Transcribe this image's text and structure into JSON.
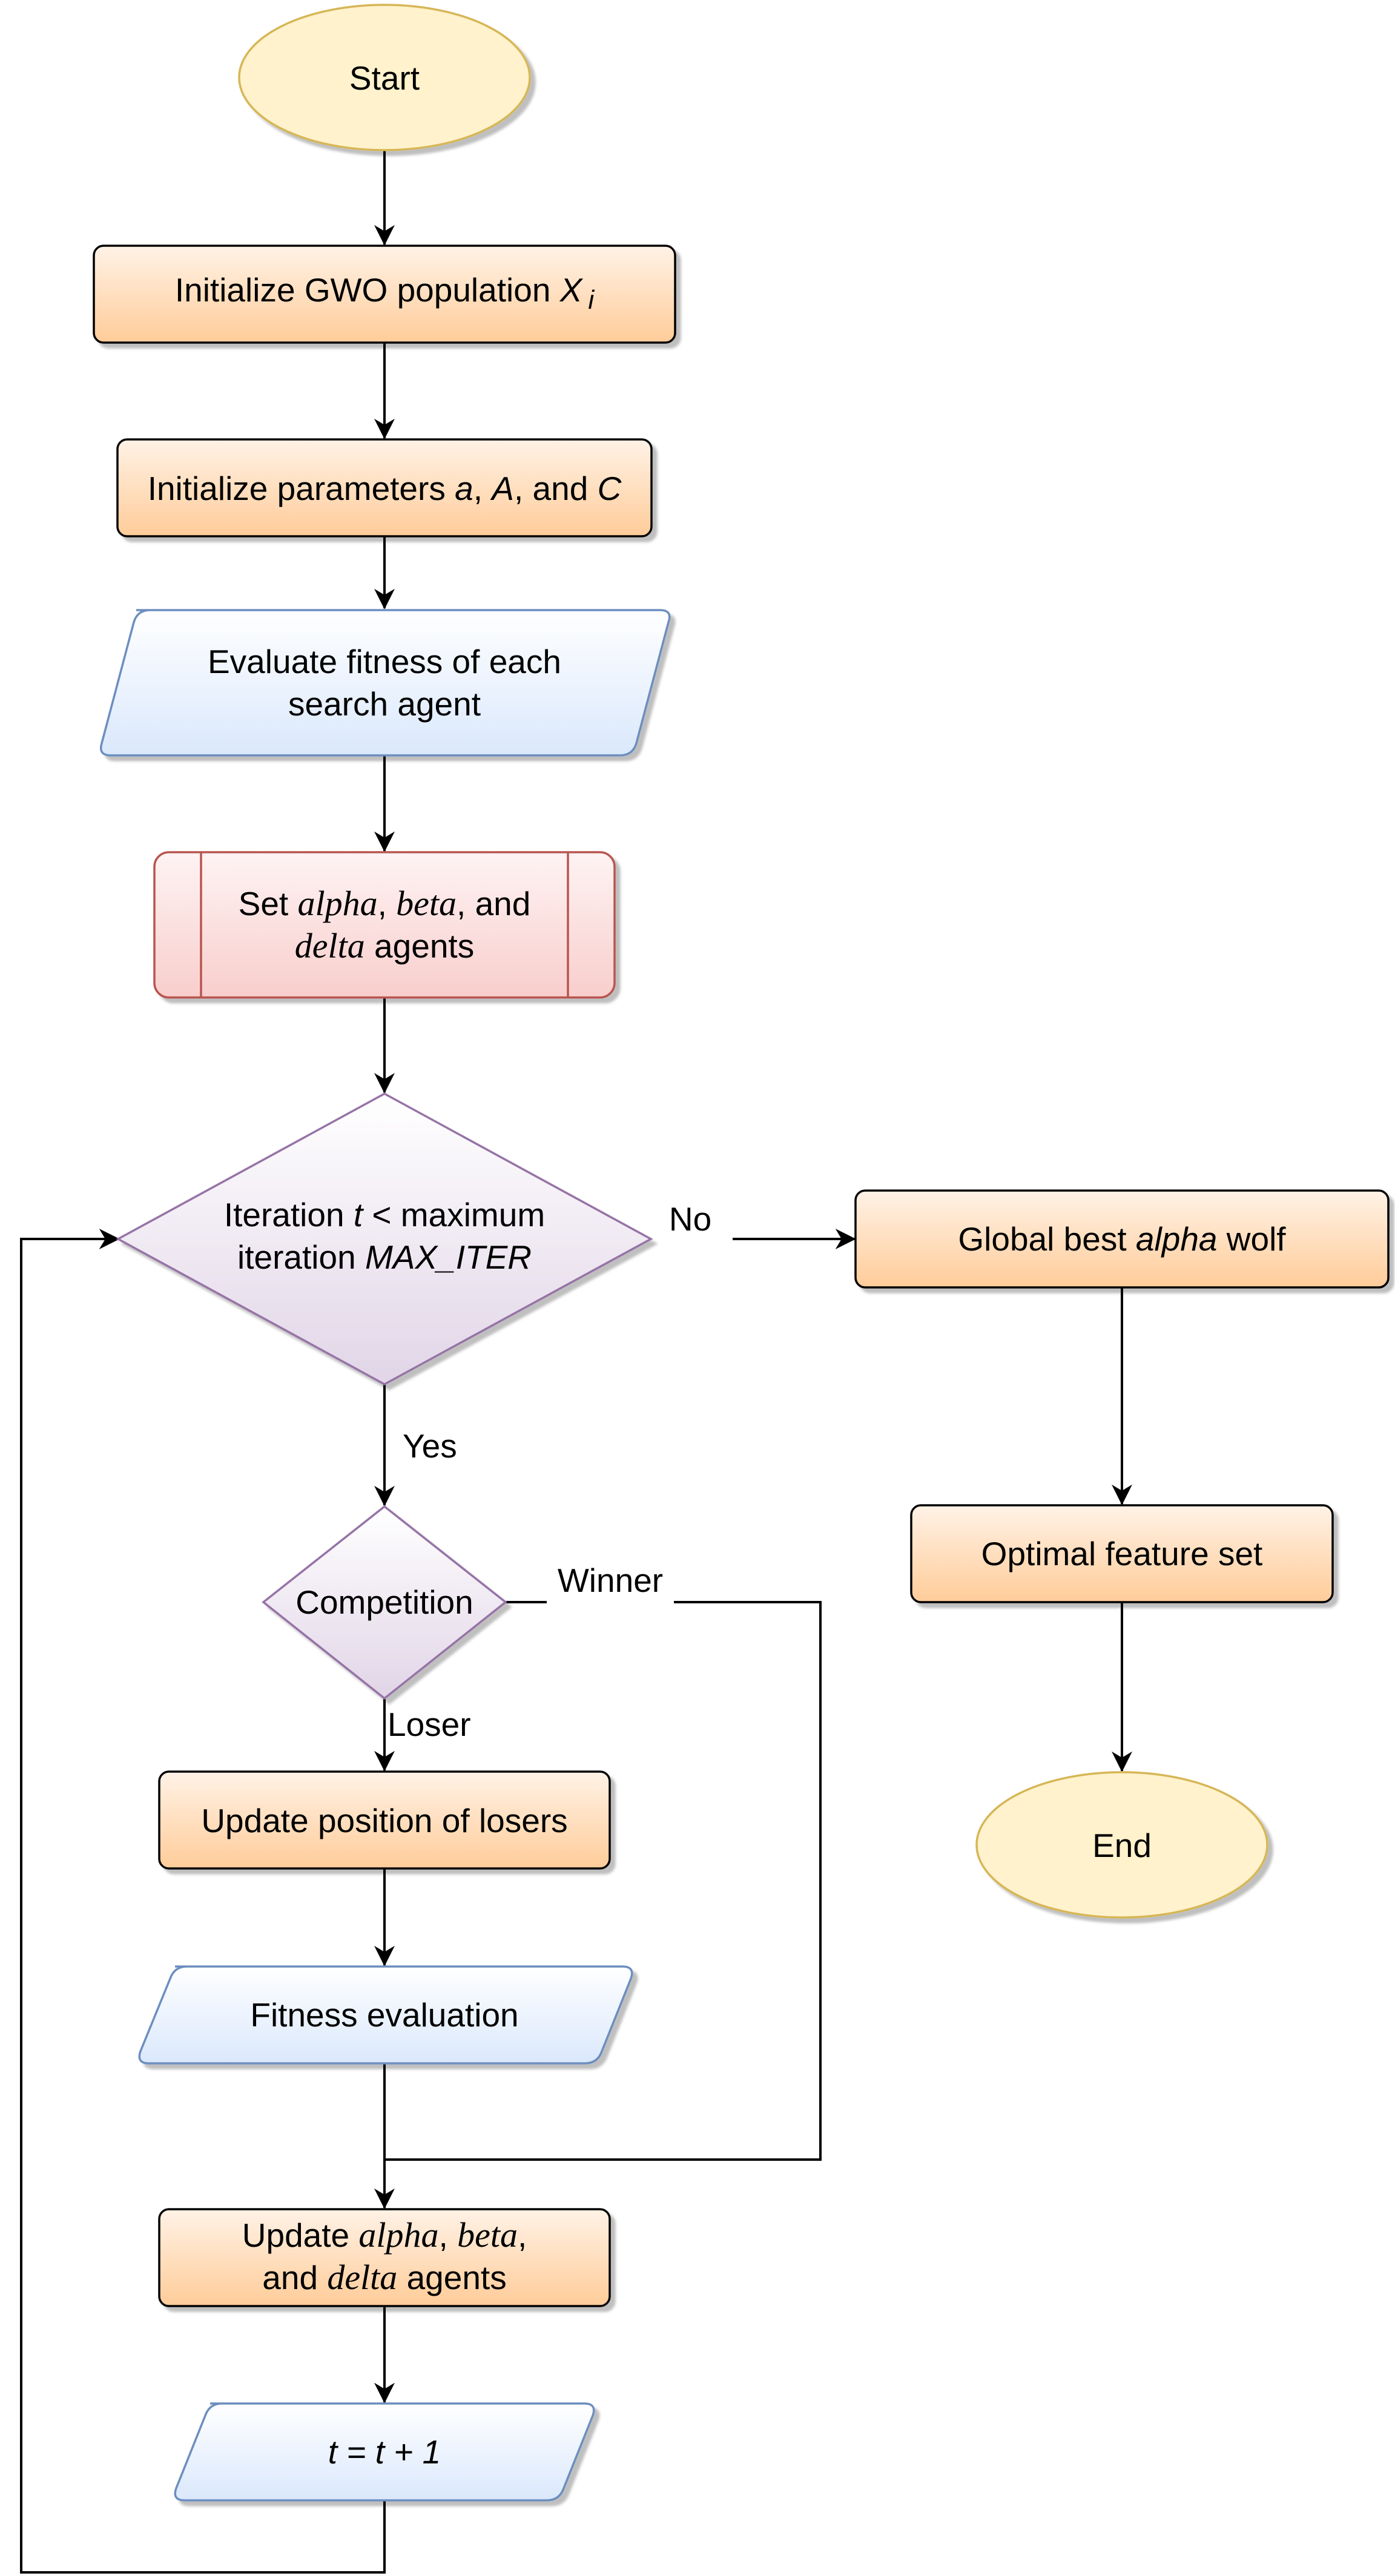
{
  "nodes": {
    "start": "Start",
    "init_population": {
      "prefix": "Initialize GWO population ",
      "var": "X",
      "sub": "i"
    },
    "init_params": {
      "prefix": "Initialize parameters ",
      "a": "a",
      "sep1": ", ",
      "A": "A",
      "sep2": ", and ",
      "C": "C"
    },
    "evaluate_fitness": {
      "line1": "Evaluate fitness of each",
      "line2": "search agent"
    },
    "set_agents": {
      "line1_prefix": "Set ",
      "alpha": "alpha",
      "sep1": ", ",
      "beta": "beta",
      "sep2": ", and",
      "delta": "delta",
      "line2_suffix": " agents"
    },
    "iteration_check": {
      "line1_prefix": "Iteration ",
      "t": "t",
      "line1_suffix": " < maximum",
      "line2_prefix": "iteration ",
      "max_iter": "MAX_ITER"
    },
    "global_best": {
      "prefix": "Global best ",
      "alpha": "alpha",
      "suffix": " wolf"
    },
    "optimal_features": "Optimal feature set",
    "end": "End",
    "competition": "Competition",
    "update_losers": "Update position of losers",
    "fitness_evaluation": "Fitness evaluation",
    "update_agents": {
      "line1_prefix": "Update ",
      "alpha": "alpha",
      "sep1": ", ",
      "beta": "beta",
      "sep2": ",",
      "line2_prefix": "and ",
      "delta": "delta",
      "line2_suffix": " agents"
    },
    "increment": "t = t + 1"
  },
  "edge_labels": {
    "no": "No",
    "yes": "Yes",
    "winner": "Winner",
    "loser": "Loser"
  },
  "colors": {
    "process_fill_top": "#fff2e6",
    "process_fill_bottom": "#ffcc99",
    "io_fill_top": "#ffffff",
    "io_fill_bottom": "#dae8fc",
    "io_stroke": "#6c8ebf",
    "sub_fill_top": "#fef3f3",
    "sub_fill_bottom": "#f8cecc",
    "sub_stroke": "#b85450",
    "decision_fill_top": "#ffffff",
    "decision_fill_bottom": "#e1d5e7",
    "decision_stroke": "#9673a6",
    "terminal_fill": "#fff2cc",
    "terminal_stroke": "#d6b656",
    "edge": "#000000"
  }
}
